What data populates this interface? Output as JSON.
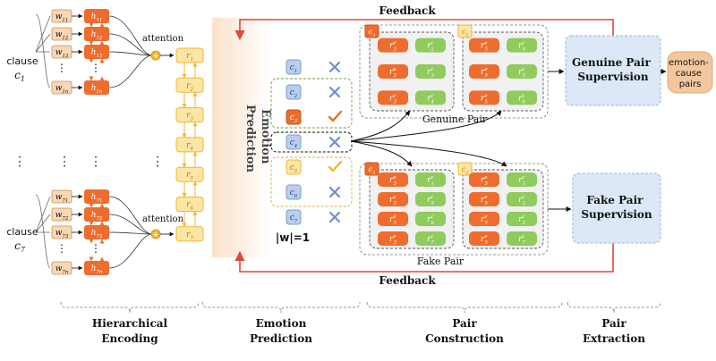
{
  "labels": {
    "feedback_top": "Feedback",
    "feedback_bottom": "Feedback",
    "attention_top": "attention",
    "attention_bottom": "attention",
    "clause_top_word": "clause",
    "clause_top_var": "c",
    "clause_top_sub": "1",
    "clause_bottom_word": "clause",
    "clause_bottom_var": "c",
    "clause_bottom_sub": "7",
    "emotion_prediction_line1": "Emotion",
    "emotion_prediction_line2": "Prediction",
    "w_norm": "|w|=1",
    "genuine_pair": "Genuine Pair",
    "fake_pair": "Fake Pair",
    "genuine_supervision_line1": "Genuine Pair",
    "genuine_supervision_line2": "Supervision",
    "fake_supervision_line1": "Fake Pair",
    "fake_supervision_line2": "Supervision",
    "output_line1": "emotion-",
    "output_line2": "cause",
    "output_line3": "pairs",
    "ellipsis": "⋮"
  },
  "stages": [
    {
      "line1": "Hierarchical",
      "line2": "Encoding"
    },
    {
      "line1": "Emotion",
      "line2": "Prediction"
    },
    {
      "line1": "Pair",
      "line2": "Construction"
    },
    {
      "line1": "Pair",
      "line2": "Extraction"
    }
  ],
  "encoder_top": {
    "words": [
      "w11",
      "w12",
      "w13",
      "⋮",
      "w1n"
    ],
    "hidden": [
      "h11",
      "h12",
      "h13",
      "⋮",
      "h1n"
    ]
  },
  "encoder_bottom": {
    "words": [
      "w71",
      "w72",
      "w73",
      "⋮",
      "w7n"
    ],
    "hidden": [
      "h71",
      "h72",
      "h73",
      "⋮",
      "h7n"
    ]
  },
  "clause_reps": [
    "r1",
    "r2",
    "r3",
    "r4",
    "r5",
    "r6",
    "r7"
  ],
  "clauses": [
    {
      "label": "c1",
      "mark": "cross"
    },
    {
      "label": "c2",
      "mark": "cross"
    },
    {
      "label": "c3",
      "mark": "check"
    },
    {
      "label": "c4",
      "mark": "cross"
    },
    {
      "label": "c5",
      "mark": "check"
    },
    {
      "label": "c6",
      "mark": "cross"
    },
    {
      "label": "c7",
      "mark": "cross"
    }
  ],
  "genuine_groups": [
    {
      "tag": "c3",
      "pairs": [
        [
          "r3e",
          "r2c"
        ],
        [
          "r3e",
          "r3c"
        ],
        [
          "r3e",
          "r4c"
        ]
      ]
    },
    {
      "tag": "c5",
      "pairs": [
        [
          "r5e",
          "r4c"
        ],
        [
          "r5e",
          "r5c"
        ],
        [
          "r5e",
          "r6c"
        ]
      ]
    }
  ],
  "fake_groups": [
    {
      "tag": "c3",
      "pairs": [
        [
          "r3e",
          "r1c"
        ],
        [
          "r3e",
          "r5c"
        ],
        [
          "r3e",
          "r6c"
        ],
        [
          "r3e",
          "r7c"
        ]
      ]
    },
    {
      "tag": "c5",
      "pairs": [
        [
          "r5e",
          "r1c"
        ],
        [
          "r5e",
          "r2c"
        ],
        [
          "r5e",
          "r3c"
        ],
        [
          "r5e",
          "r7c"
        ]
      ]
    }
  ],
  "colors": {
    "orange": "#ee6c2d",
    "orange_light": "#f3c6a0",
    "word_fill": "#f7d7b5",
    "yellow": "#f2b730",
    "yellow_light": "#fbe6a6",
    "green": "#8fcb5d",
    "green_dark": "#6aa83f",
    "blue_box": "#dce8f7",
    "blue_chip": "#b9cfee",
    "feedback_red": "#e0493a",
    "cross_blue": "#6f8fcf",
    "gray_box": "#f1f1f1",
    "dash": "#666666"
  }
}
